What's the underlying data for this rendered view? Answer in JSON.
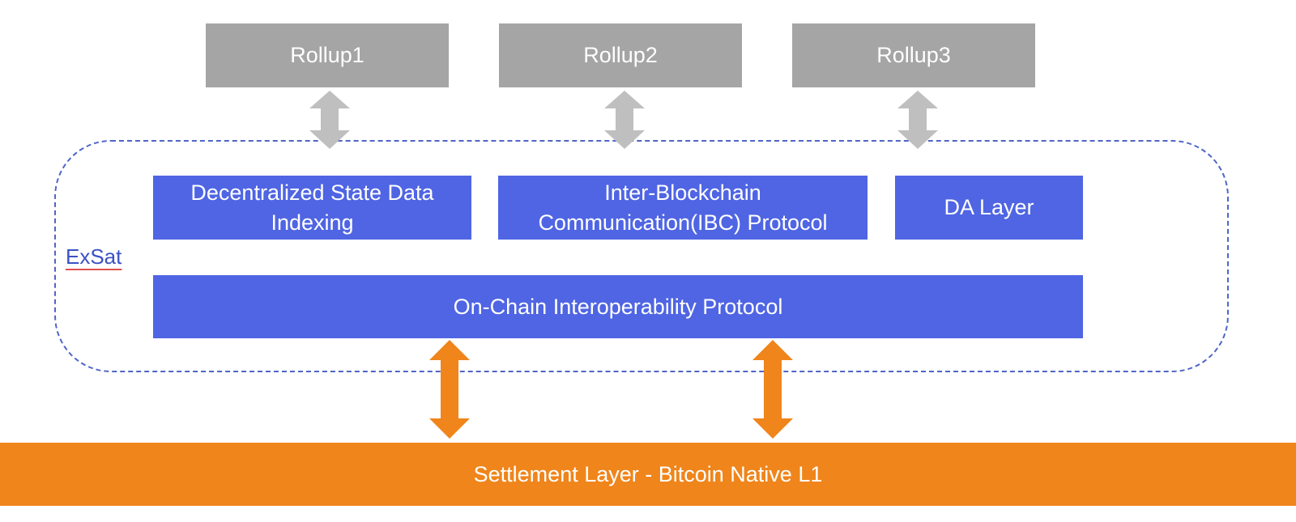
{
  "rollups": [
    {
      "label": "Rollup1"
    },
    {
      "label": "Rollup2"
    },
    {
      "label": "Rollup3"
    }
  ],
  "exsat": {
    "label": "ExSat",
    "modules": [
      {
        "label": "Decentralized State Data Indexing"
      },
      {
        "label": "Inter-Blockchain Communication(IBC) Protocol"
      },
      {
        "label": "DA Layer"
      }
    ],
    "interop_label": "On-Chain Interoperability Protocol"
  },
  "settlement_label": "Settlement Layer - Bitcoin Native L1",
  "colors": {
    "rollup_box": "#a5a5a5",
    "module_box": "#4f65e3",
    "settlement_bar": "#ef851b",
    "gray_arrow": "#bfbfbf",
    "orange_arrow": "#ef851b",
    "exsat_border": "#4f65c8"
  }
}
